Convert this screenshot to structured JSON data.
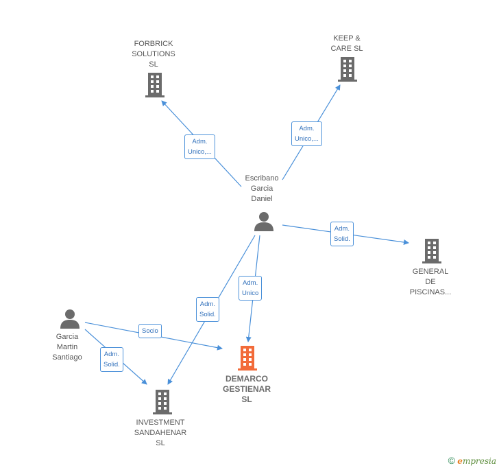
{
  "colors": {
    "edge": "#4a90d9",
    "company": "#6b6b6b",
    "main_company": "#f26b3a",
    "person": "#6b6b6b"
  },
  "nodes": {
    "forbrick": {
      "lines": [
        "FORBRICK",
        "SOLUTIONS",
        "SL"
      ],
      "type": "company"
    },
    "keepcare": {
      "lines": [
        "KEEP &",
        "CARE  SL"
      ],
      "type": "company"
    },
    "escribano": {
      "lines": [
        "Escribano",
        "Garcia",
        "Daniel"
      ],
      "type": "person"
    },
    "general": {
      "lines": [
        "GENERAL",
        "DE",
        "PISCINAS..."
      ],
      "type": "company"
    },
    "garcia": {
      "lines": [
        "Garcia",
        "Martin",
        "Santiago"
      ],
      "type": "person"
    },
    "demarco": {
      "lines": [
        "DEMARCO",
        "GESTIENAR",
        "SL"
      ],
      "type": "main-company"
    },
    "investment": {
      "lines": [
        "INVESTMENT",
        "SANDAHENAR",
        "SL"
      ],
      "type": "company"
    }
  },
  "edges": {
    "e1": [
      "Adm.",
      "Unico,..."
    ],
    "e2": [
      "Adm.",
      "Unico,..."
    ],
    "e3": [
      "Adm.",
      "Solid."
    ],
    "e4": [
      "Adm.",
      "Unico"
    ],
    "e5": [
      "Adm.",
      "Solid."
    ],
    "e6": [
      "Socio"
    ],
    "e7": [
      "Adm.",
      "Solid."
    ]
  },
  "footer": {
    "copyright": "©",
    "brand_initial": "e",
    "brand_rest": "mpresia"
  }
}
